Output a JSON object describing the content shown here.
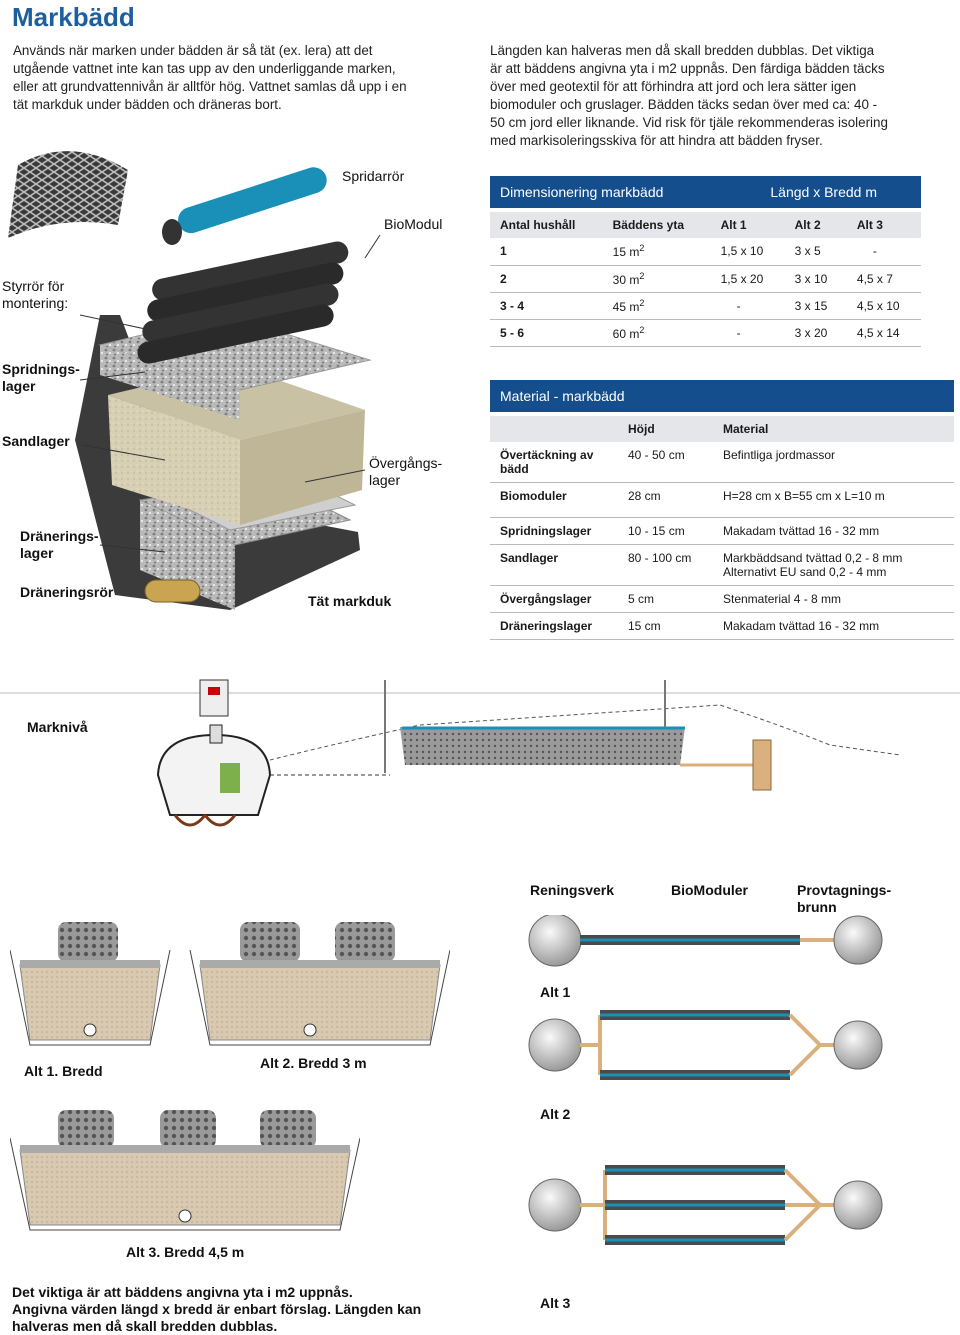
{
  "page_title": "Markbädd",
  "intro_left": [
    "Används när marken under bädden är så tät (ex. lera) att det",
    "utgående vattnet inte kan tas upp av den underliggande marken,",
    "eller att grundvattennivån är alltför hög. Vattnet samlas då upp i en",
    "tät markduk under bädden och dräneras bort."
  ],
  "intro_right": [
    "Längden kan halveras men då skall bredden dubblas. Det viktiga",
    "är att bäddens angivna yta i m2 uppnås. Den färdiga bädden täcks",
    "över med geotextil för att förhindra att jord och lera sätter igen",
    "biomoduler och gruslager. Bädden täcks sedan över med ca: 40 -",
    "50 cm jord eller liknande. Vid risk för tjäle rekommenderas isolering",
    "med markisoleringsskiva för att hindra att bädden fryser."
  ],
  "diagram_labels": {
    "spridarror": "Spridarrör",
    "biomodul": "BioModul",
    "styrror": [
      "Styrrör för",
      "montering:"
    ],
    "spridningslager": [
      "Spridnings-",
      "lager"
    ],
    "sandlager": "Sandlager",
    "overgangslager": [
      "Övergångs-",
      "lager"
    ],
    "draneringslager": [
      "Dränerings-",
      "lager"
    ],
    "draneringsror": "Dräneringsrör",
    "tat_markduk": "Tät markduk"
  },
  "dimension_table": {
    "title": "Dimensionering markbädd",
    "title_right": "Längd x Bredd m",
    "headers": [
      "Antal hushåll",
      "Bäddens yta",
      "Alt 1",
      "Alt 2",
      "Alt 3"
    ],
    "rows": [
      {
        "hh": "1",
        "area": "15 m",
        "a1": "1,5 x 10",
        "a2": "3 x 5",
        "a3": "-"
      },
      {
        "hh": "2",
        "area": "30 m",
        "a1": "1,5 x 20",
        "a2": "3 x 10",
        "a3": "4,5 x 7"
      },
      {
        "hh": "3 - 4",
        "area": "45 m",
        "a1": "-",
        "a2": "3 x 15",
        "a3": "4,5 x 10"
      },
      {
        "hh": "5 - 6",
        "area": "60 m",
        "a1": "-",
        "a2": "3 x 20",
        "a3": "4,5 x 14"
      }
    ]
  },
  "material_table": {
    "title": "Material - markbädd",
    "headers": [
      "",
      "Höjd",
      "Material"
    ],
    "rows": [
      {
        "name": "Övertäckning av bädd",
        "height": "40 - 50 cm",
        "material": "Befintliga jordmassor"
      },
      {
        "name": "Biomoduler",
        "height": "28 cm",
        "material": "H=28 cm x B=55 cm x L=10 m"
      },
      {
        "name": "Spridningslager",
        "height": "10 - 15 cm",
        "material": "Makadam tvättad 16 - 32 mm"
      },
      {
        "name": "Sandlager",
        "height": "80 - 100 cm",
        "material": "Markbäddsand tvättad 0,2 - 8 mm Alternativt EU sand  0,2 - 4 mm"
      },
      {
        "name": "Övergångslager",
        "height": "5 cm",
        "material": "Stenmaterial 4 - 8 mm"
      },
      {
        "name": "Dräneringslager",
        "height": "15 cm",
        "material": "Makadam tvättad 16 - 32 mm"
      }
    ]
  },
  "marknivå": "Marknivå",
  "plan_labels": {
    "reningsverk": "Reningsverk",
    "biomoduler": "BioModuler",
    "provtagning": [
      "Provtagnings-",
      "brunn"
    ],
    "alt1": "Alt 1",
    "alt2": "Alt 2",
    "alt3": "Alt 3"
  },
  "section_labels": {
    "alt1": "Alt 1. Bredd",
    "alt2": "Alt 2. Bredd 3 m",
    "alt3": "Alt 3. Bredd 4,5 m"
  },
  "footer": [
    "Det viktiga är att bäddens angivna yta i m2 uppnås.",
    "Angivna värden längd x bredd är enbart förslag. Längden kan",
    "halveras men då skall bredden dubblas."
  ],
  "colors": {
    "brand_blue": "#154e8c",
    "title_blue": "#1d5f9e",
    "pipe_blue": "#1a8fb8",
    "tan": "#d9b07e"
  }
}
